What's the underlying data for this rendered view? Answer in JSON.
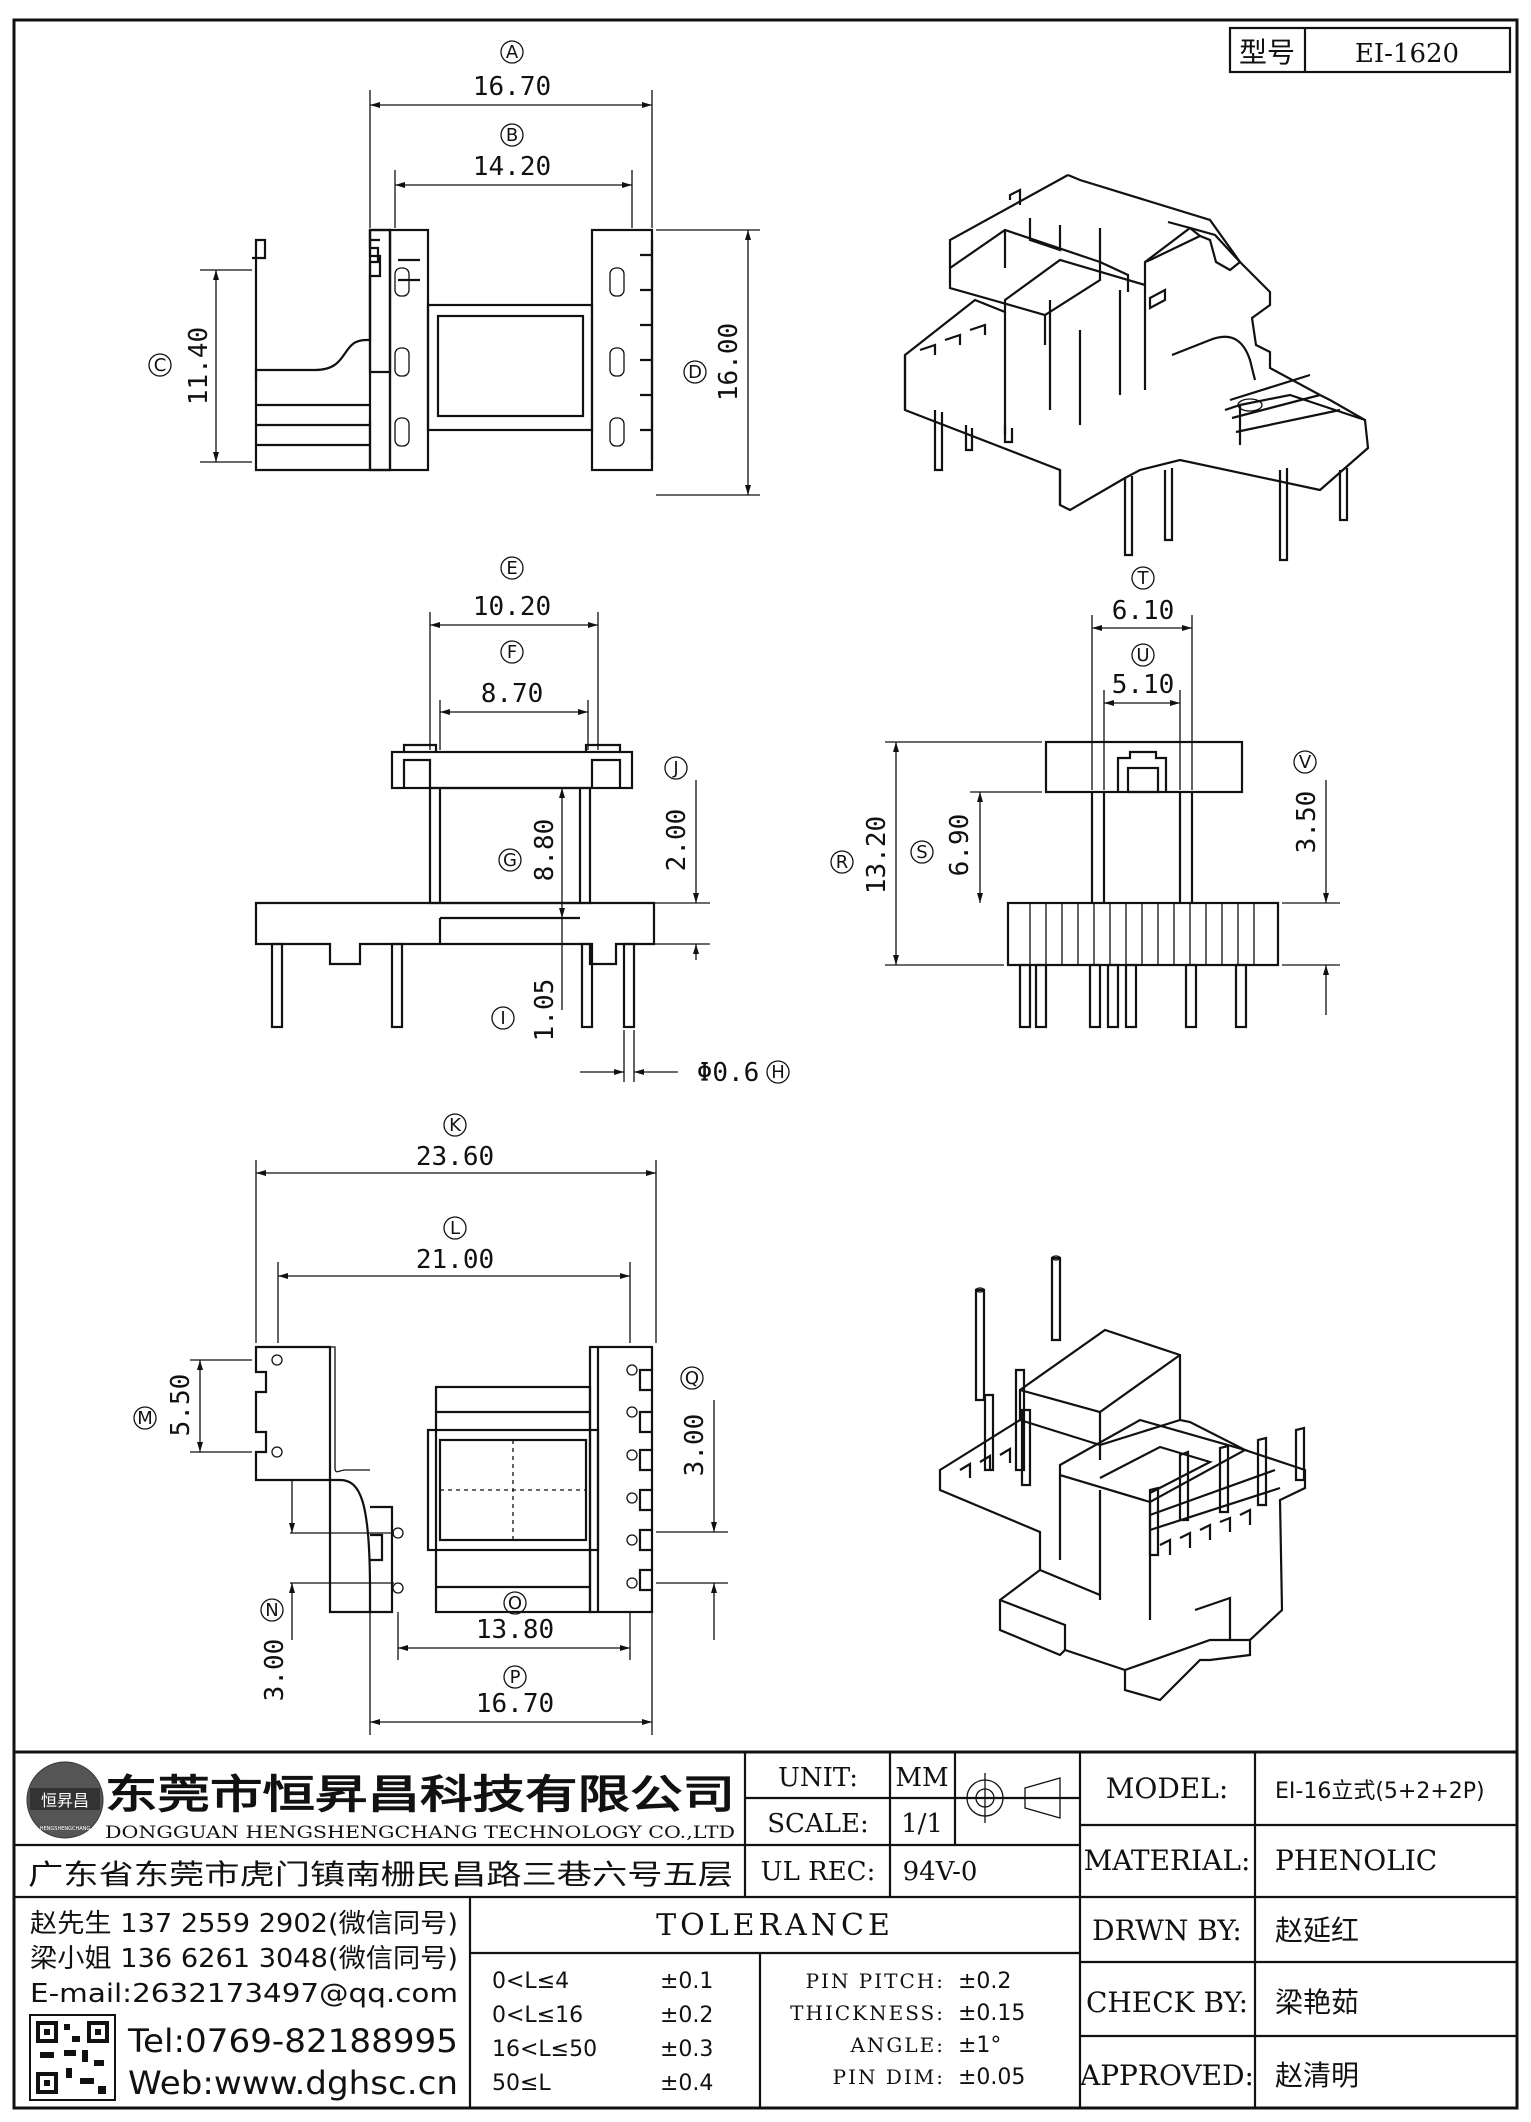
{
  "header": {
    "model_label": "型号",
    "model_value": "EI-1620"
  },
  "dimensions": {
    "A": {
      "mark": "A",
      "value": "16.70"
    },
    "B": {
      "mark": "B",
      "value": "14.20"
    },
    "C": {
      "mark": "C",
      "value": "11.40"
    },
    "D": {
      "mark": "D",
      "value": "16.00"
    },
    "E": {
      "mark": "E",
      "value": "10.20"
    },
    "F": {
      "mark": "F",
      "value": "8.70"
    },
    "G": {
      "mark": "G",
      "value": "8.80"
    },
    "H": {
      "mark": "H",
      "value": "Φ0.6"
    },
    "I": {
      "mark": "I",
      "value": "1.05"
    },
    "J": {
      "mark": "J",
      "value": "2.00"
    },
    "K": {
      "mark": "K",
      "value": "23.60"
    },
    "L": {
      "mark": "L",
      "value": "21.00"
    },
    "M": {
      "mark": "M",
      "value": "5.50"
    },
    "N": {
      "mark": "N",
      "value": "3.00"
    },
    "O": {
      "mark": "O",
      "value": "13.80"
    },
    "P": {
      "mark": "P",
      "value": "16.70"
    },
    "Q": {
      "mark": "Q",
      "value": "3.00"
    },
    "R": {
      "mark": "R",
      "value": "13.20"
    },
    "S": {
      "mark": "S",
      "value": "6.90"
    },
    "T": {
      "mark": "T",
      "value": "6.10"
    },
    "U": {
      "mark": "U",
      "value": "5.10"
    },
    "V": {
      "mark": "V",
      "value": "3.50"
    }
  },
  "company": {
    "name_cn": "东莞市恒昇昌科技有限公司",
    "name_en": "DONGGUAN HENGSHENGCHANG TECHNOLOGY CO.,LTD",
    "address": "广东省东莞市虎门镇南栅民昌路三巷六号五层",
    "logo_text": "恒昇昌",
    "logo_sub": "HENGSHENGCHANG"
  },
  "contacts": {
    "line1": "赵先生 137 2559 2902(微信同号)",
    "line2": "梁小姐 136 6261 3048(微信同号)",
    "email": "E-mail:2632173497@qq.com",
    "tel": "Tel:0769-82188995",
    "web": "Web:www.dghsc.cn"
  },
  "unit_block": {
    "unit_label": "UNIT:",
    "unit_value": "MM",
    "scale_label": "SCALE:",
    "scale_value": "1/1",
    "ulrec_label": "UL REC:",
    "ulrec_value": "94V-0"
  },
  "tolerance": {
    "title": "TOLERANCE",
    "ranges": [
      {
        "range": "0<L≤4",
        "tol": "±0.1"
      },
      {
        "range": "0<L≤16",
        "tol": "±0.2"
      },
      {
        "range": "16<L≤50",
        "tol": "±0.3"
      },
      {
        "range": "50≤L",
        "tol": "±0.4"
      }
    ],
    "specs": [
      {
        "label": "PIN PITCH:",
        "tol": "±0.2"
      },
      {
        "label": "THICKNESS:",
        "tol": "±0.15"
      },
      {
        "label": "ANGLE:",
        "tol": "±1°"
      },
      {
        "label": "PIN DIM:",
        "tol": "±0.05"
      }
    ]
  },
  "title_block": {
    "model_label": "MODEL:",
    "model_value": "EI-16立式(5+2+2P)",
    "material_label": "MATERIAL:",
    "material_value": "PHENOLIC",
    "drawn_label": "DRWN BY:",
    "drawn_value": "赵延红",
    "check_label": "CHECK BY:",
    "check_value": "梁艳茹",
    "approved_label": "APPROVED:",
    "approved_value": "赵清明"
  }
}
